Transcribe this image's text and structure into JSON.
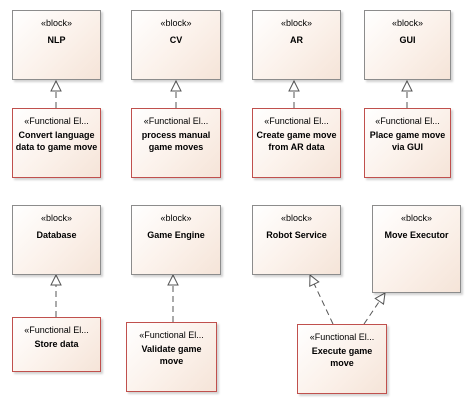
{
  "blocks": [
    {
      "stereotype": "«block»",
      "name": "NLP"
    },
    {
      "stereotype": "«block»",
      "name": "CV"
    },
    {
      "stereotype": "«block»",
      "name": "AR"
    },
    {
      "stereotype": "«block»",
      "name": "GUI"
    },
    {
      "stereotype": "«block»",
      "name": "Database"
    },
    {
      "stereotype": "«block»",
      "name": "Game Engine"
    },
    {
      "stereotype": "«block»",
      "name": "Robot Service"
    },
    {
      "stereotype": "«block»",
      "name": "Move Executor"
    }
  ],
  "functions": [
    {
      "stereotype": "«Functional El...",
      "name": "Convert language data to game move"
    },
    {
      "stereotype": "«Functional El...",
      "name": "process manual game moves"
    },
    {
      "stereotype": "«Functional El...",
      "name": "Create game move from AR data"
    },
    {
      "stereotype": "«Functional El...",
      "name": "Place game move via GUI"
    },
    {
      "stereotype": "«Functional El...",
      "name": "Store data"
    },
    {
      "stereotype": "«Functional El...",
      "name": "Validate game move"
    },
    {
      "stereotype": "«Functional El...",
      "name": "Execute game move"
    }
  ],
  "relations": [
    {
      "from": "functions.0",
      "to": "blocks.0",
      "type": "realization"
    },
    {
      "from": "functions.1",
      "to": "blocks.1",
      "type": "realization"
    },
    {
      "from": "functions.2",
      "to": "blocks.2",
      "type": "realization"
    },
    {
      "from": "functions.3",
      "to": "blocks.3",
      "type": "realization"
    },
    {
      "from": "functions.4",
      "to": "blocks.4",
      "type": "realization"
    },
    {
      "from": "functions.5",
      "to": "blocks.5",
      "type": "realization"
    },
    {
      "from": "functions.6",
      "to": "blocks.6",
      "type": "realization"
    },
    {
      "from": "functions.6",
      "to": "blocks.7",
      "type": "realization"
    }
  ],
  "colors": {
    "block_border": "#8c8c8c",
    "function_border": "#c0504d",
    "connector": "#555555",
    "fill_light": "#ffffff",
    "fill_dark": "#f5e4d8"
  }
}
